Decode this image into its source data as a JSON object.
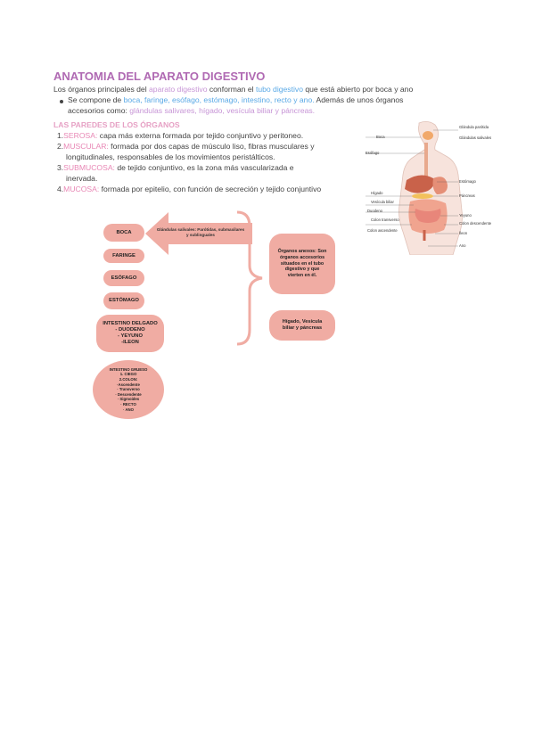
{
  "title": "ANATOMIA DEL APARATO DIGESTIVO",
  "intro": {
    "p1_a": "Los órganos principales del ",
    "p1_b": "aparato digestivo",
    "p1_c": " conforman el ",
    "p1_d": "tubo digestivo",
    "p1_e": " que está abierto por boca y ano",
    "b1_a": "Se compone de ",
    "b1_b": "boca, faringe, esófago, estómago, intestino, recto y ano.",
    "b1_c": " Además de unos órganos",
    "b2_a": "accesorios como: ",
    "b2_b": "glándulas salivares, hígado, vesícula biliar y páncreas."
  },
  "walls": {
    "heading": "LAS PAREDES DE LOS ÓRGANOS",
    "i1_num": "1.",
    "i1_key": "SEROSA:",
    "i1_text": " capa más externa formada por tejido conjuntivo y peritoneo.",
    "i2_num": "2.",
    "i2_key": "MUSCULAR:",
    "i2_text": " formada por dos capas de músculo liso, fibras musculares y",
    "i2_cont": "longitudinales, responsables de los movimientos peristálticos.",
    "i3_num": "3.",
    "i3_key": "SUBMUCOSA:",
    "i3_text": " de tejido conjuntivo, es la zona más vascularizada e",
    "i3_cont": "inervada.",
    "i4_num": "4.",
    "i4_key": "MUCOSA:",
    "i4_text": " formada por epitelio, con función de secreción y tejido conjuntivo"
  },
  "figure": {
    "labels": {
      "boca": "Boca",
      "esofago": "Esófago",
      "higado": "Hígado",
      "vesicula": "Vesícula biliar",
      "duodeno": "Duodeno",
      "colon_trans": "Colon transverso",
      "colon_asc": "Colon ascendente",
      "glandula": "Glándula parótida",
      "glandulas": "Glándulas salivales",
      "estomago": "Estómago",
      "pancreas": "Páncreas",
      "yeyuno": "Yeyuno",
      "colon_desc": "Colon descendente",
      "ileon": "Íleon",
      "ano": "Ano"
    }
  },
  "diagram": {
    "boca": "BOCA",
    "faringe": "FARINGE",
    "esofago": "ESÓFAGO",
    "estomago": "ESTÓMAGO",
    "intestino_delgado": [
      "INTESTINO DELGADO",
      "- DUODENO",
      "- YEYUNO",
      "-ILEON"
    ],
    "intestino_grueso": [
      "INTESTINO GRUESO",
      "1. CIEGO",
      "2.COLON:",
      "·Ascendente",
      "· Transverso",
      "· Descendente",
      "· Sigmoides",
      "· RECTO",
      "· ANO"
    ],
    "arrow_text": "Glándulas salivales: Parótidas, submaxilares y sublinguales",
    "organos_anexos": [
      "Órganos anexos: Son",
      "órganos accesorios",
      "situados en el tubo",
      "digestivo y que",
      "vierten en él."
    ],
    "higado": [
      "Hígado, Vesícula",
      "biliar y páncreas"
    ]
  }
}
